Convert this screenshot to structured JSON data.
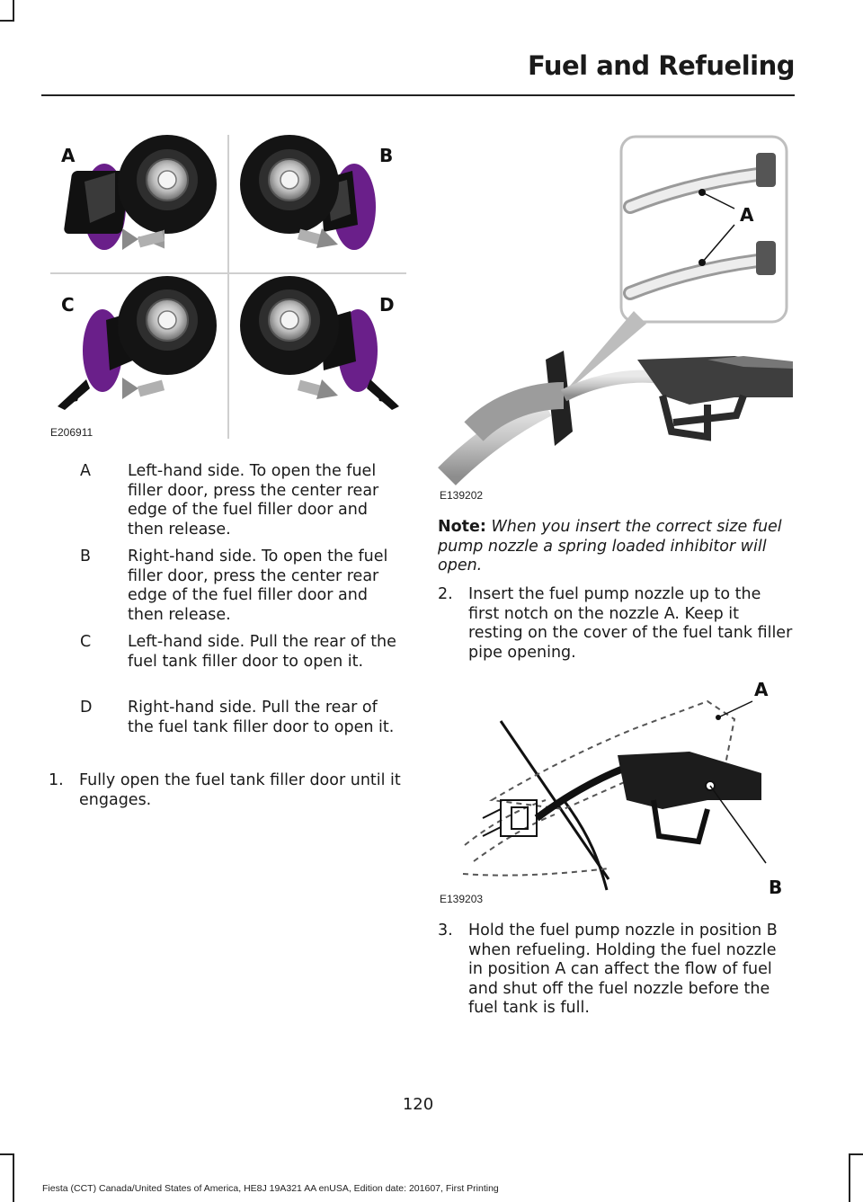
{
  "header": {
    "title": "Fuel and Refueling"
  },
  "figure1": {
    "code": "E206911",
    "labels": [
      "A",
      "B",
      "C",
      "D"
    ]
  },
  "figure2": {
    "code": "E139202",
    "callout": "A"
  },
  "figure3": {
    "code": "E139203",
    "callout_a": "A",
    "callout_b": "B"
  },
  "legend": [
    {
      "key": "A",
      "text": "Left-hand side. To open the fuel filler door, press the center rear edge of the fuel filler door and then release."
    },
    {
      "key": "B",
      "text": "Right-hand side. To open the fuel filler door, press the center rear edge of the fuel filler door and then release."
    },
    {
      "key": "C",
      "text": "Left-hand side. Pull the rear of the fuel tank filler door to open it."
    },
    {
      "key": "D",
      "text": "Right-hand side. Pull the rear of the fuel tank filler door to open it."
    }
  ],
  "steps": [
    {
      "num": "1.",
      "text": "Fully open the fuel tank filler door until it engages."
    },
    {
      "num": "2.",
      "text": "Insert the fuel pump nozzle up to the first notch on the nozzle A.  Keep it resting on the cover of the fuel tank filler pipe opening."
    },
    {
      "num": "3.",
      "text": "Hold the fuel pump nozzle in position B when refueling.  Holding the fuel nozzle in position A can affect the flow of fuel and shut off the fuel nozzle before the fuel tank is full."
    }
  ],
  "note": {
    "label": "Note:",
    "text": "When you insert the correct size fuel pump nozzle a spring loaded inhibitor will open."
  },
  "page_number": "120",
  "footer": "Fiesta (CCT) Canada/United States of America, HE8J 19A321 AA enUSA, Edition date: 201607, First Printing",
  "colors": {
    "accent": "#6a1f8a",
    "text": "#1a1a1a",
    "line": "#222222"
  }
}
